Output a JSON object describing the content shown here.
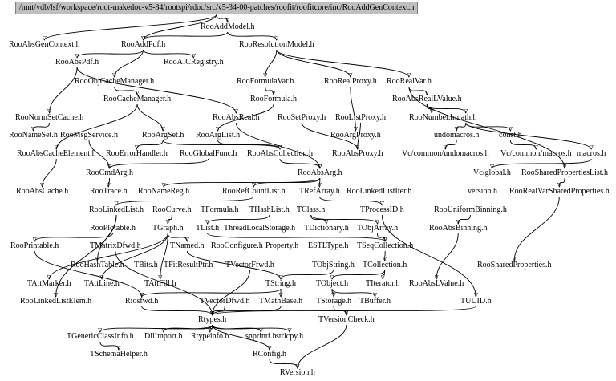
{
  "diagram": {
    "root": "/mnt/vdb/lsf/workspace/root-makedoc-v5-34/rootspi/rdoc/src/v5-34-00-patches/roofit/roofitcore/inc/RooAddGenContext.h",
    "colors": {
      "background": "#ffffff",
      "root_fill": "#bfbfbf",
      "root_border": "#7f7f7f",
      "edge": "#000000",
      "text": "#000000"
    },
    "nodes": [
      "RooAddModel.h",
      "RooAbsGenContext.h",
      "RooAddPdf.h",
      "RooResolutionModel.h",
      "RooAbsPdf.h",
      "RooAICRegistry.h",
      "RooObjCacheManager.h",
      "RooFormulaVar.h",
      "RooRealProxy.h",
      "RooRealVar.h",
      "RooCacheManager.h",
      "RooFormula.h",
      "RooAbsRealLValue.h",
      "RooNormSetCache.h",
      "RooAbsReal.h",
      "RooSetProxy.h",
      "RooListProxy.h",
      "RooNumber.h",
      "math.h",
      "RooNameSet.h",
      "RooMsgService.h",
      "RooArgSet.h",
      "RooArgList.h",
      "RooArgProxy.h",
      "undomacros.h",
      "const.h",
      "RooAbsCacheElement.h",
      "RooErrorHandler.h",
      "RooGlobalFunc.h",
      "RooAbsCollection.h",
      "RooAbsProxy.h",
      "Vc/common/undomacros.h",
      "Vc/common/macros.h",
      "macros.h",
      "RooCmdArg.h",
      "RooAbsArg.h",
      "Vc/global.h",
      "RooSharedPropertiesList.h",
      "RooAbsCache.h",
      "RooTrace.h",
      "RooNameReg.h",
      "RooRefCountList.h",
      "TRefArray.h",
      "RooLinkedListIter.h",
      "version.h",
      "RooRealVarSharedProperties.h",
      "RooLinkedList.h",
      "RooCurve.h",
      "TFormula.h",
      "THashList.h",
      "TClass.h",
      "TProcessID.h",
      "RooUniformBinning.h",
      "RooPlotable.h",
      "TGraph.h",
      "TList.h",
      "ThreadLocalStorage.h",
      "TDictionary.h",
      "TObjArray.h",
      "RooAbsBinning.h",
      "RooPrintable.h",
      "TMatrixDfwd.h",
      "TNamed.h",
      "RooConfigure.h",
      "Property.h",
      "ESTLType.h",
      "TSeqCollection.h",
      "RooHashTable.h",
      "TBits.h",
      "TFitResultPtr.h",
      "TVectorFfwd.h",
      "TObjString.h",
      "TCollection.h",
      "RooSharedProperties.h",
      "TAttMarker.h",
      "TAttLine.h",
      "TAttFill.h",
      "TString.h",
      "TObject.h",
      "TIterator.h",
      "RooAbsLValue.h",
      "RooLinkedListElem.h",
      "Riosfwd.h",
      "TVectorDfwd.h",
      "TMathBase.h",
      "TStorage.h",
      "TBuffer.h",
      "TUUID.h",
      "Rtypes.h",
      "TVersionCheck.h",
      "TGenericClassInfo.h",
      "DllImport.h",
      "Rtypeinfo.h",
      "snprintf.h",
      "strlcpy.h",
      "RConfig.h",
      "TSchemaHelper.h",
      "RVersion.h"
    ]
  }
}
